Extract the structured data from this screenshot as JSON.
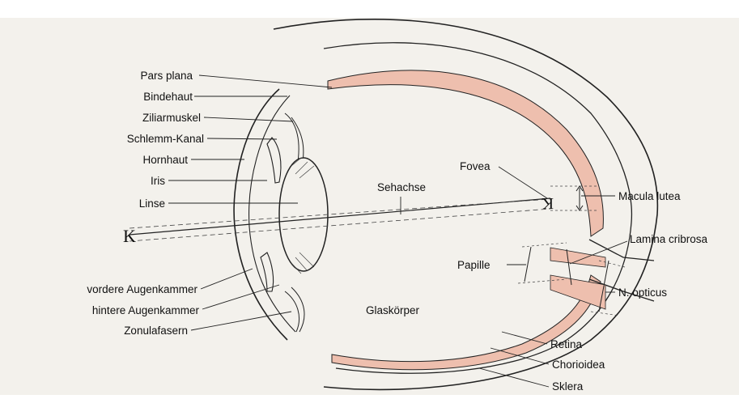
{
  "labels": {
    "pars_plana": "Pars plana",
    "bindehaut": "Bindehaut",
    "ziliarmuskel": "Ziliarmuskel",
    "schlemm_kanal": "Schlemm-Kanal",
    "hornhaut": "Hornhaut",
    "iris": "Iris",
    "linse": "Linse",
    "sehachse": "Sehachse",
    "vordere_augenkammer": "vordere Augenkammer",
    "hintere_augenkammer": "hintere Augenkammer",
    "zonulafasern": "Zonulafasern",
    "glaskoerper": "Glaskörper",
    "fovea": "Fovea",
    "macula_lutea": "Macula lutea",
    "lamina_cribrosa": "Lamina cribrosa",
    "papille": "Papille",
    "n_opticus": "N. opticus",
    "retina": "Retina",
    "chorioidea": "Chorioidea",
    "sklera": "Sklera"
  },
  "glyphs": {
    "object_k": "K",
    "image_k": "K"
  },
  "colors": {
    "background": "#ffffff",
    "paper": "#f3f1ec",
    "retina_fill": "#eebfae",
    "ink": "#111111"
  }
}
